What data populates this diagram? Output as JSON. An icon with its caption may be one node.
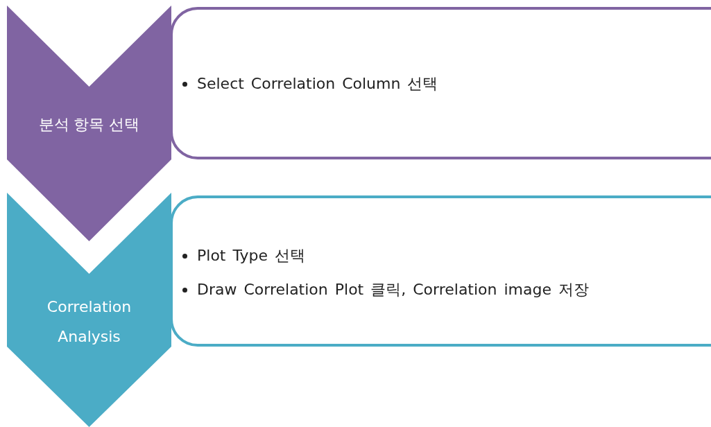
{
  "diagram": {
    "nodes": [
      {
        "text": [
          "분석 항목 선택"
        ]
      },
      {
        "text": [
          "Select Correlation Column 선택"
        ]
      },
      {
        "text": [
          "Correlation Analysis"
        ]
      },
      {
        "text": [
          "Plot Type 선택",
          "Draw Correlation Plot 클릭, Correlation image 저장"
        ]
      }
    ]
  }
}
